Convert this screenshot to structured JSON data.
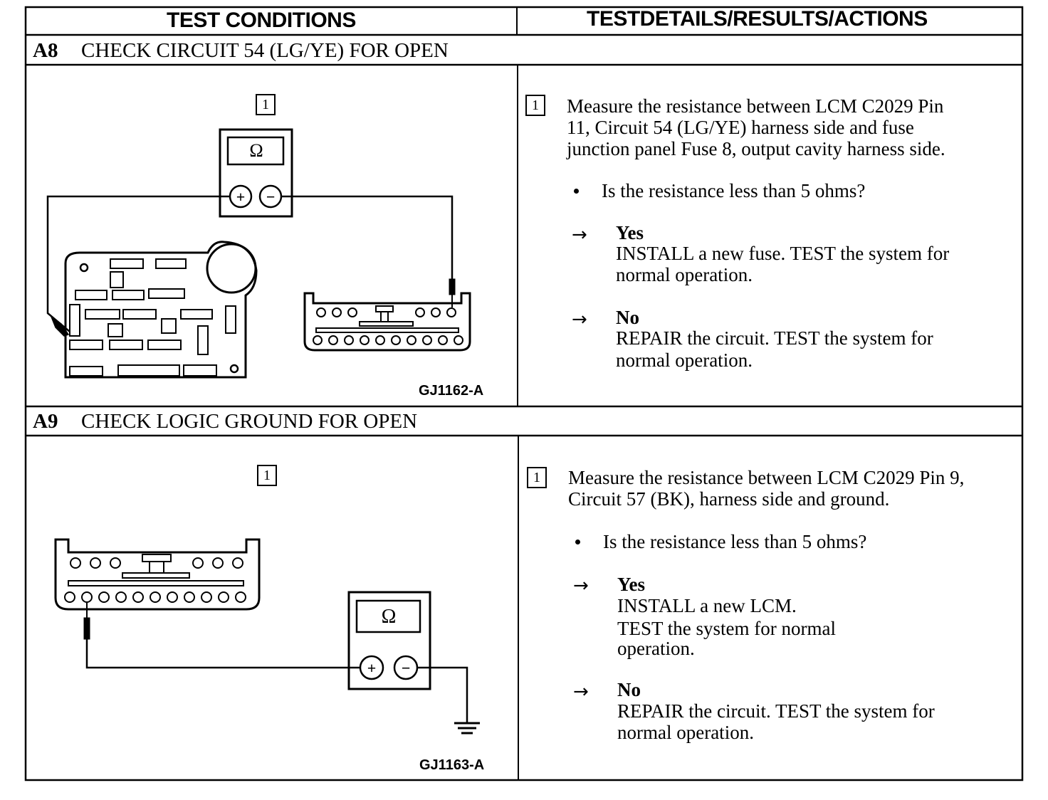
{
  "header": {
    "left": "TEST CONDITIONS",
    "right": "TESTDETAILS/RESULTS/ACTIONS"
  },
  "sections": [
    {
      "id": "A8",
      "title": "CHECK CIRCUIT 54 (LG/YE) FOR OPEN",
      "figure_id": "GJ1162-A",
      "step": "1",
      "instruction": [
        "Measure the resistance between LCM C2029 Pin",
        "11, Circuit 54 (LG/YE) harness side and fuse",
        "junction panel Fuse 8, output cavity harness side."
      ],
      "question": "Is the resistance less than 5 ohms?",
      "yes_label": "Yes",
      "yes_action": [
        "INSTALL a new fuse. TEST the system for",
        "normal operation."
      ],
      "no_label": "No",
      "no_action": [
        "REPAIR the circuit. TEST the system for",
        "normal operation."
      ]
    },
    {
      "id": "A9",
      "title": "CHECK LOGIC GROUND FOR OPEN",
      "figure_id": "GJ1163-A",
      "step": "1",
      "instruction": [
        "Measure the resistance between LCM C2029 Pin 9,",
        "Circuit 57 (BK), harness side and ground."
      ],
      "question": "Is the resistance less than 5 ohms?",
      "yes_label": "Yes",
      "yes_action": [
        "INSTALL a new LCM.",
        "TEST the system for normal",
        "operation."
      ],
      "no_label": "No",
      "no_action": [
        "REPAIR the circuit. TEST the system for",
        "normal operation."
      ]
    }
  ],
  "meter": {
    "symbol": "Ω",
    "plus": "+",
    "minus": "−"
  },
  "arrow_glyph": "→"
}
